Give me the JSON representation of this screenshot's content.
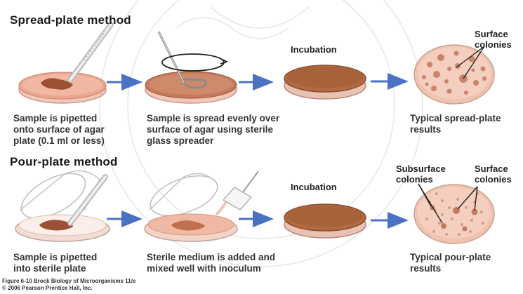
{
  "figure": {
    "spread": {
      "title": "Spread-plate method",
      "incubation": "Incubation",
      "surface_label": "Surface\ncolonies",
      "captions": [
        "Sample is pipetted\nonto surface of agar\nplate (0.1 ml or less)",
        "Sample is spread evenly over\nsurface of agar using sterile\nglass spreader",
        "Typical spread-plate\nresults"
      ]
    },
    "pour": {
      "title": "Pour-plate method",
      "incubation": "Incubation",
      "subsurface_label": "Subsurface\ncolonies",
      "surface_label": "Surface\ncolonies",
      "captions": [
        "Sample is pipetted\ninto sterile plate",
        "Sterile medium is added and\nmixed well with inoculum",
        "Typical pour-plate\nresults"
      ]
    },
    "credit": "Figure 6-10 Brock Biology of Microorganisms 11/e\n© 2006 Pearson Prentice Hall, Inc.",
    "colors": {
      "agar": "#e8a48e",
      "agar_dark": "#b86a45",
      "incubated": "#a8623a",
      "arrow": "#4a72c4",
      "colony": "#c9846a"
    }
  }
}
